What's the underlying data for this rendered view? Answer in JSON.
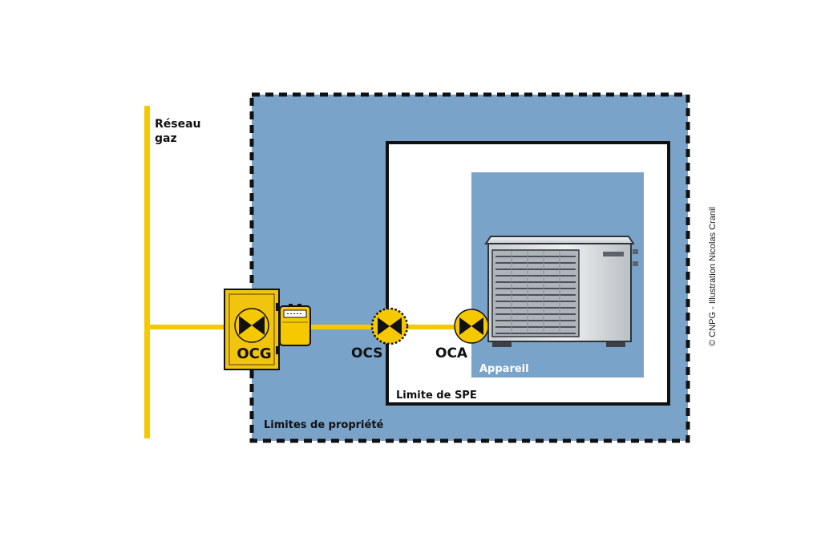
{
  "diagram": {
    "labels": {
      "reseau_gaz": "Réseau gaz",
      "ocg": "OCG",
      "ocs": "OCS",
      "oca": "OCA",
      "appareil": "Appareil",
      "limite_spe": "Limite de SPE",
      "limites_propriete": "Limites de propriété"
    },
    "credit": "© CNPG - Illustration Nicolas Cranil"
  },
  "colors": {
    "gas_pipe": "#f6c800",
    "property_zone": "#7aa3c9",
    "appliance_zone": "#7aa3c9",
    "ocg_box": "#f1c40f",
    "valve": "#f6c800",
    "outline": "#111111",
    "unit_body": "#d9dde0"
  },
  "icons": {
    "valve": "butterfly-valve-icon",
    "meter": "gas-meter-icon",
    "appliance": "heat-pump-unit-icon"
  }
}
